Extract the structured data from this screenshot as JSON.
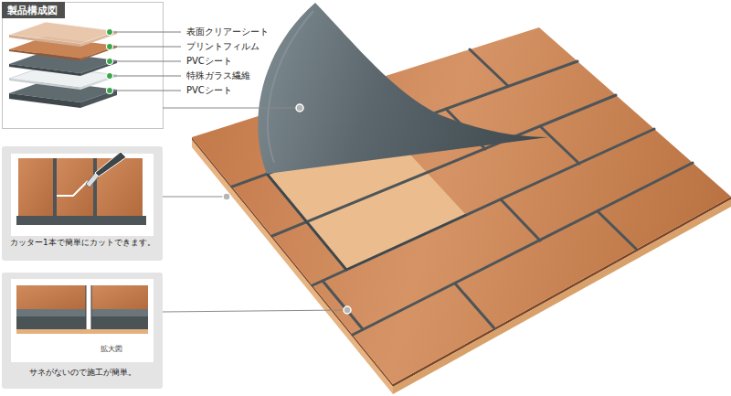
{
  "diagram": {
    "nodes": [
      {
        "text": [
          "製品構成図"
        ]
      },
      {
        "text": [
          "カッター1本で簡単にカットできます。"
        ]
      },
      {
        "text": [
          "拡大図",
          "サネがないので施工が簡単。"
        ]
      }
    ],
    "labels": [
      "表面クリアーシート",
      "プリントフィルム",
      "PVCシート",
      "特殊ガラス繊維",
      "PVCシート"
    ]
  }
}
